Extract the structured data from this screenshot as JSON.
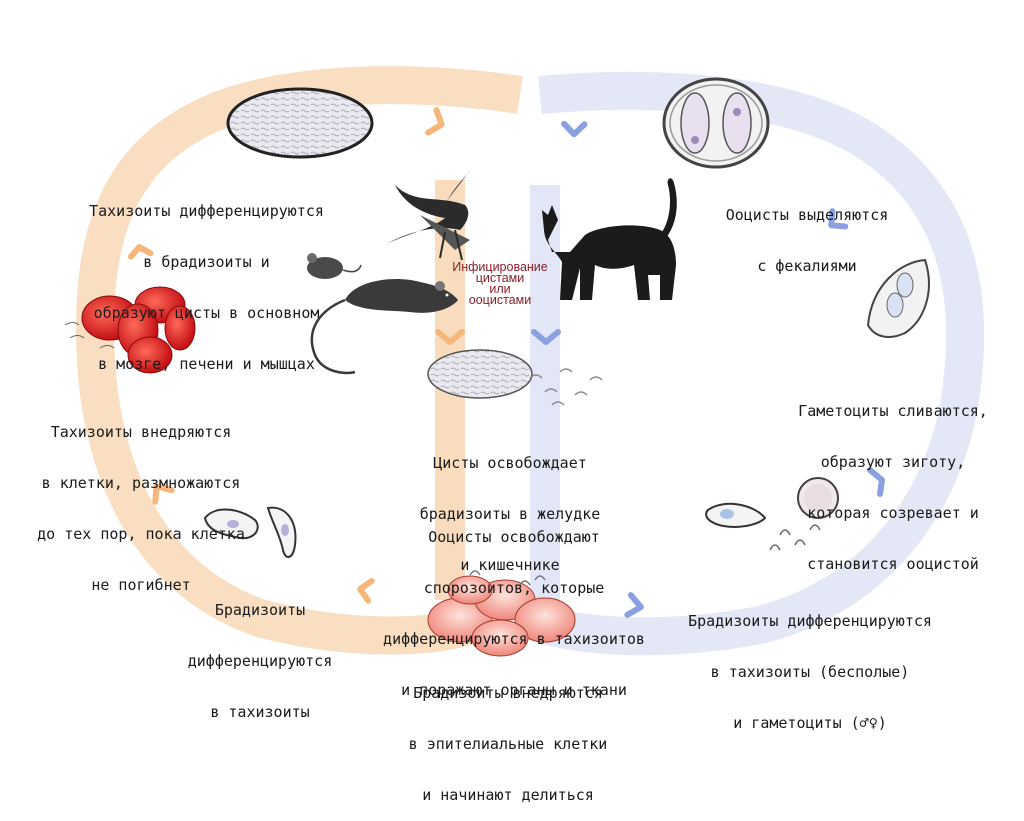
{
  "colors": {
    "left_loop": "#f9d9b8",
    "right_loop": "#dfe3f5",
    "left_chevron": "#f5b87a",
    "right_chevron": "#8ea4e0",
    "label_text": "#1a1a1a",
    "center_text": "#8a1f2a",
    "blood_cell": "#e0151b"
  },
  "icons": [
    "cyst-icon",
    "oocyst-icon",
    "bird-icon",
    "mouse-icon",
    "rat-icon",
    "cat-icon",
    "red-blood-cells-icon",
    "bradyzoite-icon",
    "epithelium-icon",
    "zygote-icon",
    "gametocyte-icon"
  ],
  "labels": {
    "tachy_to_brady": [
      "Тахизоиты дифференцируются",
      "в брадизоиты и",
      "образуют цисты в основном",
      "в мозге, печени и мышцах"
    ],
    "oocysts_feces": [
      "Ооцисты выделяются",
      "с фекалиями"
    ],
    "infection": [
      "Инфицирование",
      "цистами",
      "или",
      "ооцистами"
    ],
    "tachy_invade": [
      "Тахизоиты внедряются",
      "в клетки, размножаются",
      "до тех пор, пока клетка",
      "не погибнет"
    ],
    "cysts_release": [
      "Цисты освобождает",
      "брадизоиты в желудке",
      "и кишечнике"
    ],
    "gametocytes_fuse": [
      "Гаметоциты сливаются,",
      "образуют зиготу,",
      "которая созревает и",
      "становится ооцистой"
    ],
    "oocysts_release": [
      "Ооцисты освобождают",
      "спорозоитов, которые",
      "дифференцируются в тахизоитов",
      "и поражают органы и ткани"
    ],
    "brady_to_tachy": [
      "Брадизоиты",
      "дифференцируются",
      "в тахизоиты"
    ],
    "brady_to_tachy_gameto": [
      "Брадизоиты дифференцируются",
      "в тахизоиты (бесполые)",
      "и гаметоциты (♂♀)"
    ],
    "brady_invade": [
      "Брадизоиты внедряются",
      "в эпителиальные клетки",
      "и начинают делиться"
    ]
  }
}
